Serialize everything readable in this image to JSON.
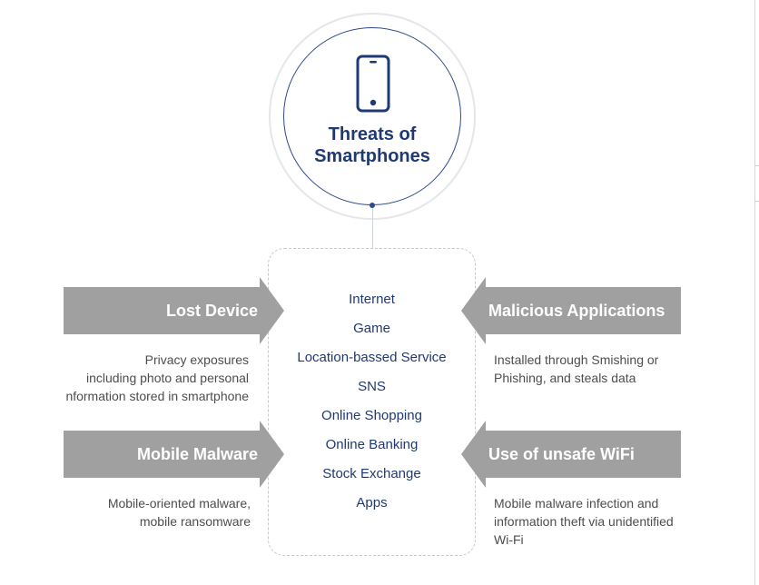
{
  "hub": {
    "title_line1": "Threats of",
    "title_line2": "Smartphones",
    "icon": "smartphone-icon"
  },
  "media_list": [
    "Internet",
    "Game",
    "Location-bassed Service",
    "SNS",
    "Online Shopping",
    "Online Banking",
    "Stock Exchange",
    "Apps"
  ],
  "threats": {
    "lost_device": {
      "label": "Lost Device",
      "desc": [
        "Privacy exposures",
        "including photo and personal",
        "nformation stored in smartphone"
      ]
    },
    "mobile_malware": {
      "label": "Mobile Malware",
      "desc": [
        "Mobile-oriented malware,",
        "mobile ransomware"
      ]
    },
    "malicious_apps": {
      "label": "Malicious Applications",
      "desc": [
        "Installed through Smishing or",
        "Phishing, and steals data"
      ]
    },
    "unsafe_wifi": {
      "label": "Use of unsafe WiFi",
      "desc": [
        "Mobile malware infection and",
        "information theft via unidentified",
        "Wi-Fi"
      ]
    }
  },
  "colors": {
    "navy": "#1f3a72",
    "arrow_gray": "#a0a0a0",
    "text_gray": "#4d4d4d"
  }
}
